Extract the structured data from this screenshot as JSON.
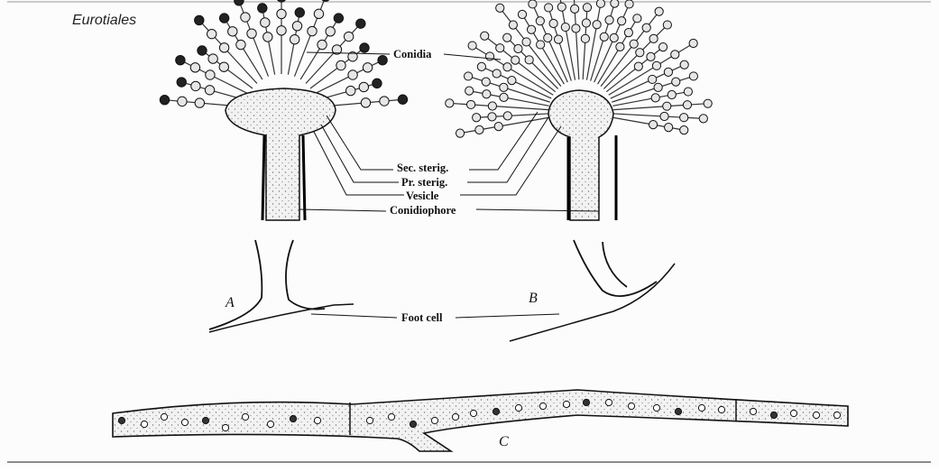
{
  "title": "Eurotiales",
  "labels": {
    "conidia": "Conidia",
    "sec_sterig": "Sec. sterig.",
    "pr_sterig": "Pr. sterig.",
    "vesicle": "Vesicle",
    "conidiophore": "Conidiophore",
    "foot_cell": "Foot cell"
  },
  "panels": {
    "a": "A",
    "b": "B",
    "c": "C"
  }
}
